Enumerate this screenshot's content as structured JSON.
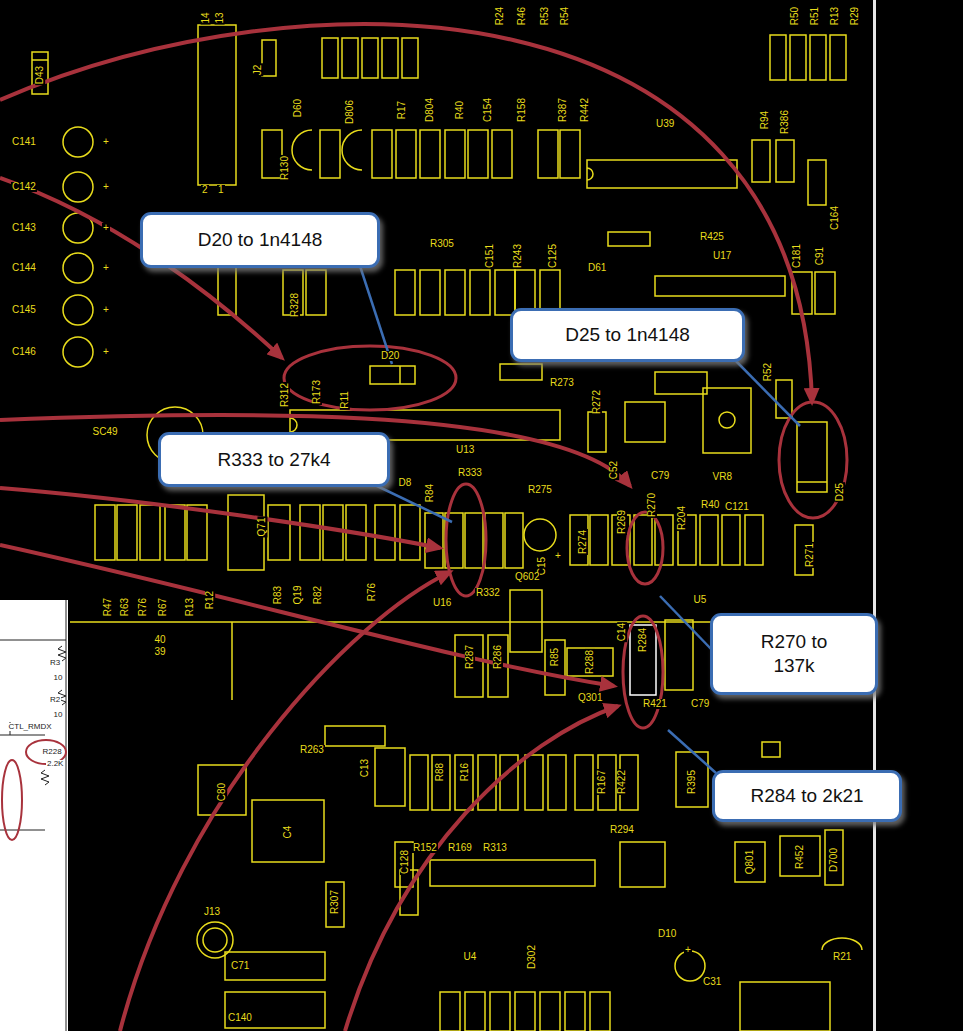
{
  "diagram": {
    "nodes": [
      {
        "text": [
          "D20 to 1n4148"
        ]
      },
      {
        "text": [
          "D25 to 1n4148"
        ]
      },
      {
        "text": [
          "R333 to 27k4"
        ]
      },
      {
        "text": [
          "R270 to 137k"
        ]
      },
      {
        "text": [
          "R284 to 2k21"
        ]
      }
    ],
    "labels": [
      "D43",
      "14",
      "13",
      "J2",
      "2",
      "1",
      "R24",
      "R46",
      "R53",
      "R54",
      "R50",
      "R51",
      "R13",
      "R29",
      "C141",
      "C142",
      "C143",
      "C144",
      "C145",
      "C146",
      "SC49",
      "D60",
      "D806",
      "R17",
      "D804",
      "R40",
      "C154",
      "R158",
      "R387",
      "R442",
      "U39",
      "R94",
      "R386",
      "C164",
      "R130",
      "R305",
      "C151",
      "R243",
      "C125",
      "D61",
      "R425",
      "U17",
      "C181",
      "C91",
      "R328",
      "D20",
      "R312",
      "R173",
      "R11",
      "U13",
      "R273",
      "R272",
      "R52",
      "VR8",
      "D25",
      "C52",
      "C79",
      "R269",
      "R270",
      "R204",
      "R40",
      "C121",
      "R271",
      "Q71",
      "D8",
      "R84",
      "R333",
      "R275",
      "C15",
      "R274",
      "R47",
      "R63",
      "R76",
      "R67",
      "R13",
      "R12",
      "R83",
      "Q19",
      "R82",
      "R76",
      "U16",
      "R332",
      "Q602",
      "C14",
      "R284",
      "U5",
      "40",
      "39",
      "R287",
      "R286",
      "R85",
      "R288",
      "Q301",
      "R421",
      "C79",
      "R263",
      "C80",
      "C13",
      "R88",
      "R16",
      "R167",
      "R422",
      "R395",
      "C4",
      "C128",
      "R152",
      "R169",
      "R313",
      "R294",
      "Q801",
      "R452",
      "D700",
      "J13",
      "R307",
      "U4",
      "D302",
      "D10",
      "C31",
      "R21",
      "C71",
      "C140",
      "R3",
      "10",
      "R2",
      "10",
      "CTL_RMDX",
      "R228",
      "2.2K",
      "+",
      "+",
      "+",
      "+",
      "+",
      "+",
      "+",
      "+"
    ]
  }
}
